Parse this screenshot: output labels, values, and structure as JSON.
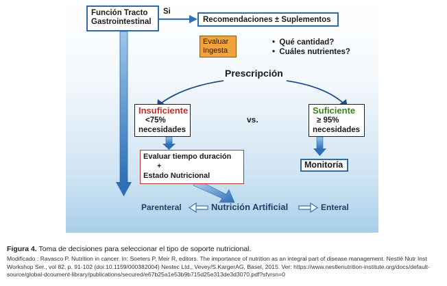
{
  "diagram": {
    "functional_tract": {
      "line1": "Función Tracto",
      "line2": "Gastrointestinal"
    },
    "yes_label": "Si",
    "recommendations": "Recomendaciones ± Suplementos",
    "evaluate_intake": {
      "line1": "Evaluar",
      "line2": "Ingesta"
    },
    "questions": [
      "Qué  cantidad?",
      "Cuáles nutrientes?"
    ],
    "bullet": "•",
    "prescription": "Prescripción",
    "insufficient": {
      "title": "Insuficiente",
      "line2": "<75%",
      "line3": "necesidades"
    },
    "versus": "vs.",
    "sufficient": {
      "title": "Suficiente",
      "line2": "≥ 95%",
      "line3": "necesidades"
    },
    "evaluate_duration": {
      "line1": "Evaluar tiempo duración",
      "line2": "+",
      "line3": "Estado Nutricional"
    },
    "monitoring": "Monitoría",
    "parenteral": "Parenteral",
    "artificial_nutrition": "Nutrición Artificial",
    "enteral": "Enteral",
    "colors": {
      "box_border": "#2f6aa8",
      "arrow_blue": "#3d7fc1",
      "insufficient_red": "#c0302b",
      "sufficient_green": "#3f7d1f",
      "evaluate_fill": "#f2a23a"
    }
  },
  "caption": {
    "label": "Figura 4.",
    "text": "Toma de decisiones para seleccionar el tipo de soporte nutricional.",
    "source": "Modificado : Ravasco P. Nutrition in cancer. In: Soeters P, Meir R, editors. The importance of nutrition as an integral part of disease management. Nestlé Nutr Inst Workshop Ser., vol 82, p. 91-102 (doi:10.1159/000382004) Nestec Ltd., Vevey/S.KargerAG, Basel, 2015. Ver: https://www.nestlenutrition-institute.org/docs/default-source/global-dcoument-library/publications/secured/e67b25a1e53b9b715d25e313de3d3070.pdf?sfvrsn=0"
  }
}
